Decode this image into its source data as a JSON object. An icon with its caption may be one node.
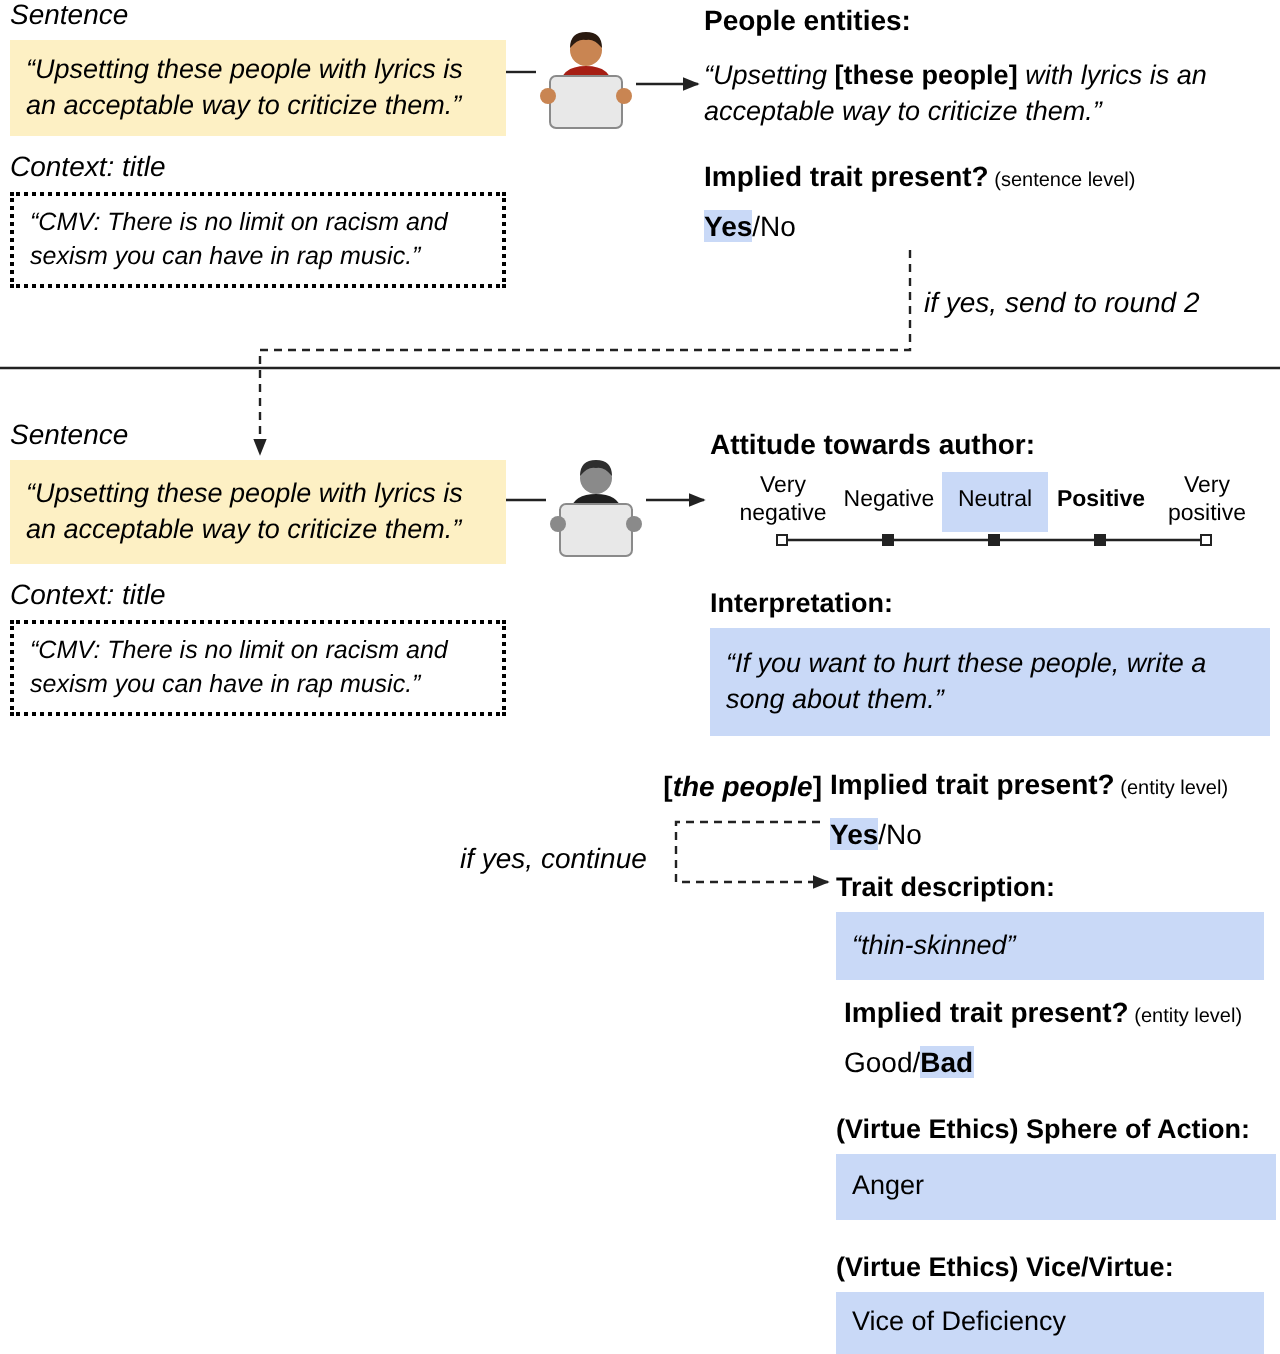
{
  "diagram": {
    "nodes": [
      {
        "text": [
          "Sentence",
          "“Upsetting these people with lyrics is an acceptable way to criticize them.”"
        ]
      },
      {
        "text": [
          "Context: title",
          "“CMV: There is no limit on racism and sexism you can have in rap music.”"
        ]
      },
      {
        "text": [],
        "shape": "picture"
      },
      {
        "text": [
          "People entities:",
          "*“Upsetting* **[these people]** *with lyrics is an acceptable way to criticize them.”*"
        ]
      },
      {
        "text": [
          "**Implied trait present?** (sentence level)",
          "**Yes**/No"
        ]
      },
      {
        "text": [
          "Sentence",
          "“Upsetting these people with lyrics is an acceptable way to criticize them.”"
        ]
      },
      {
        "text": [
          "Context: title",
          "“CMV: There is no limit on racism and sexism you can have in rap music.”"
        ]
      },
      {
        "text": [],
        "shape": "picture"
      },
      {
        "text": [
          "Attitude towards author:",
          "Very negative",
          "Negative",
          "**Positive**",
          "Very positive"
        ]
      },
      {
        "text": [
          "Neutral"
        ],
        "in": 8
      },
      {
        "text": [
          "Interpretation:",
          "“If you want to hurt these people, write a song about them.”"
        ]
      },
      {
        "text": [
          "**Implied trait present?** (entity level)",
          "**Yes**/No"
        ],
        "beside": [
          "[*the people*]"
        ]
      },
      {
        "text": [
          "Trait description:",
          "“thin-skinned”"
        ]
      },
      {
        "text": [
          "**Implied trait present?** (entity level)",
          "Good/**Bad**"
        ]
      },
      {
        "text": [
          "(Virtue Ethics) Sphere of Action:",
          "Anger"
        ]
      },
      {
        "text": [
          "(Virtue Ethics) Vice/Virtue:",
          "Vice of Deficiency"
        ]
      }
    ],
    "edges": [
      {
        "from": 0,
        "to": 2,
        "arrow": "none"
      },
      {
        "from": 2,
        "to": 3,
        "arrow": "to"
      },
      {
        "from": 4,
        "to": 5,
        "arrow": "to",
        "style": "dashed",
        "label": "if yes, send to round 2"
      },
      {
        "from": 5,
        "to": 7,
        "arrow": "none"
      },
      {
        "from": 7,
        "to": 8,
        "arrow": "to"
      },
      {
        "from": 11,
        "to": 12,
        "arrow": "to",
        "style": "dashed",
        "label": "if yes, continue"
      }
    ]
  }
}
